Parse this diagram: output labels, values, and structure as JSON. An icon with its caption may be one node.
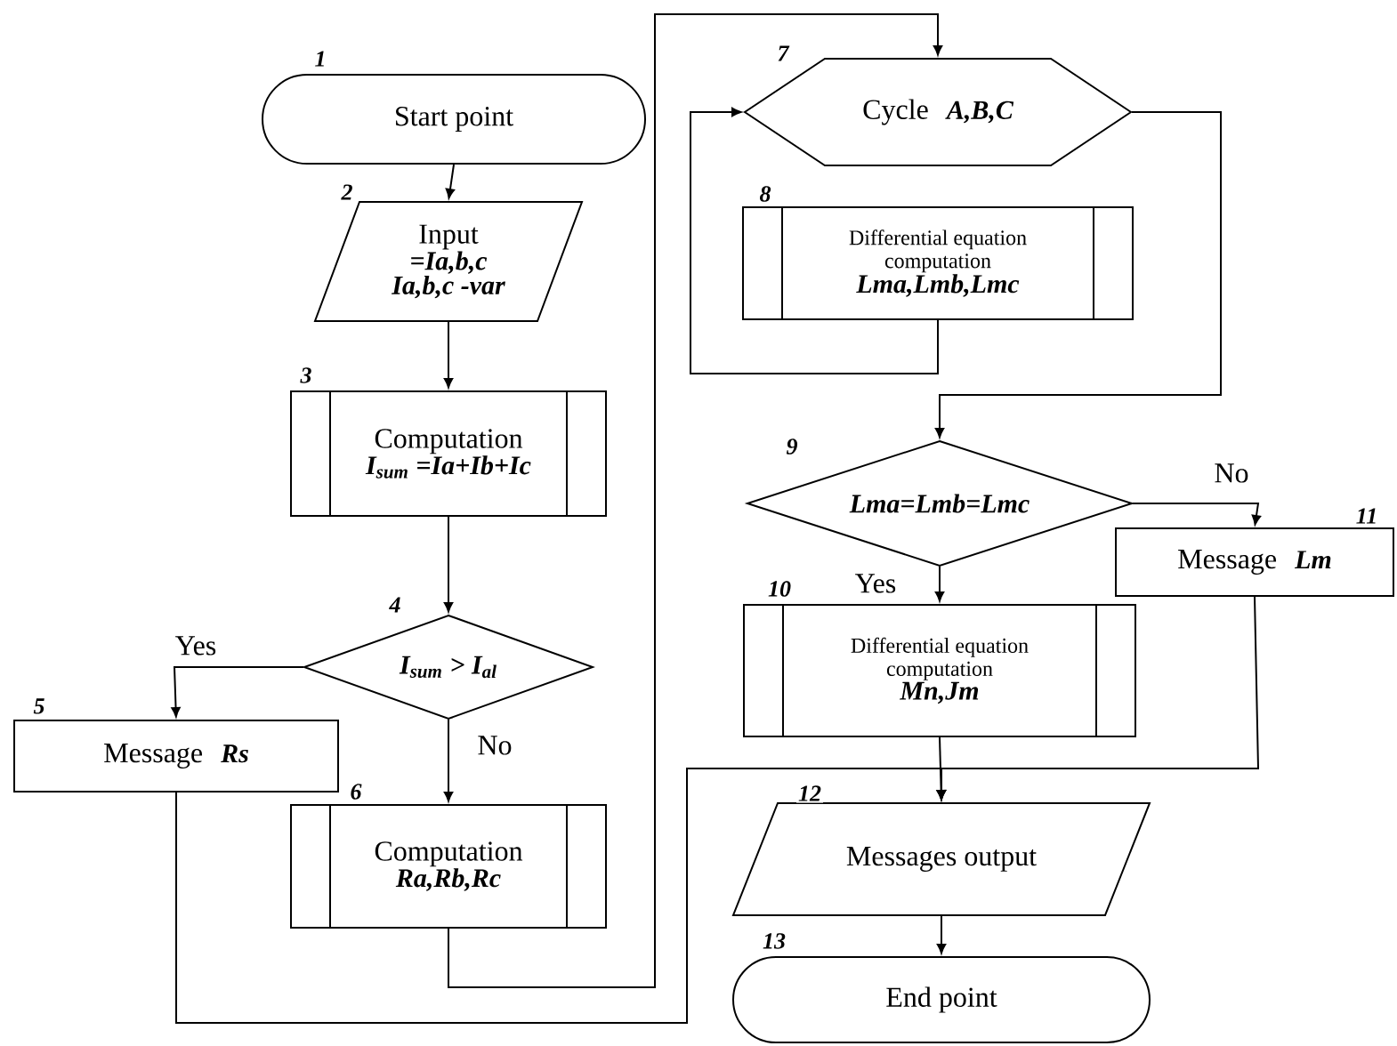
{
  "diagram": {
    "nodes": [
      {
        "text": [
          "Start point"
        ],
        "beside": [
          "1"
        ]
      },
      {
        "text": [
          "Input",
          "=Ia,b,c",
          "Ia,b,c -var"
        ],
        "beside": [
          "2"
        ]
      },
      {
        "text": [
          "Computation",
          "I$_{sum}$ =Ia+Ib+Ic"
        ],
        "beside": [
          "3"
        ]
      },
      {
        "text": [
          "I$_{sum}$ > I$_{al}$"
        ],
        "beside": [
          "4"
        ]
      },
      {
        "text": [
          "Message",
          "Rs"
        ],
        "beside": [
          "5"
        ]
      },
      {
        "text": [
          "Computation",
          "Ra,Rb,Rc"
        ],
        "beside": [
          "6"
        ]
      },
      {
        "text": [
          "Cycle",
          "A,B,C"
        ],
        "beside": [
          "7"
        ]
      },
      {
        "text": [
          "Differential equation computation",
          "Lma,Lmb,Lmc"
        ],
        "beside": [
          "8"
        ]
      },
      {
        "text": [
          "Lma=Lmb=Lmc"
        ],
        "beside": [
          "9"
        ]
      },
      {
        "text": [
          "Differential equation computation",
          "Mn,Jm"
        ],
        "beside": [
          "10"
        ]
      },
      {
        "text": [
          "Message",
          "Lm"
        ],
        "beside": [
          "11"
        ]
      },
      {
        "text": [
          "Messages output"
        ],
        "beside": [
          "12"
        ]
      },
      {
        "text": [
          "End point"
        ],
        "beside": [
          "13"
        ]
      }
    ],
    "edges": [
      {
        "from": 0,
        "to": 1,
        "arrow": "to"
      },
      {
        "from": 1,
        "to": 2,
        "arrow": "to"
      },
      {
        "from": 2,
        "to": 3,
        "arrow": "to"
      },
      {
        "from": 3,
        "to": 4,
        "arrow": "to",
        "label": "Yes"
      },
      {
        "from": 3,
        "to": 5,
        "arrow": "to",
        "label": "No"
      },
      {
        "from": 5,
        "to": 6,
        "arrow": "to"
      },
      {
        "from": 7,
        "to": 6,
        "arrow": "to"
      },
      {
        "from": 6,
        "to": 8,
        "arrow": "to"
      },
      {
        "from": 8,
        "to": 9,
        "arrow": "to",
        "label": "Yes"
      },
      {
        "from": 8,
        "to": 10,
        "arrow": "to",
        "label": "No"
      },
      {
        "from": 9,
        "to": 11,
        "arrow": "to"
      },
      {
        "from": 10,
        "to": 11,
        "arrow": "to"
      },
      {
        "from": 4,
        "to": 11,
        "arrow": "to"
      },
      {
        "from": 11,
        "to": 12,
        "arrow": "to"
      }
    ]
  }
}
